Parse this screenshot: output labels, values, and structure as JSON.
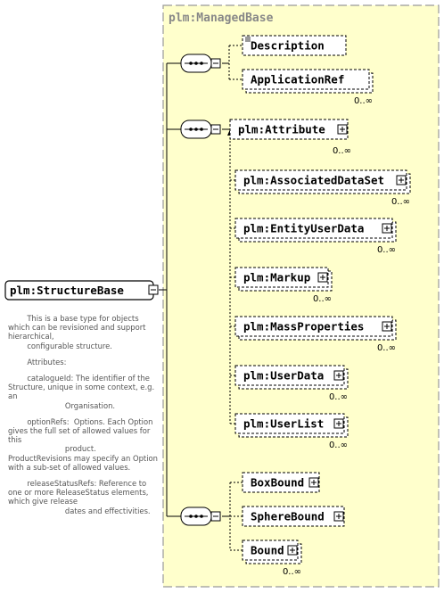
{
  "group": {
    "title": "plm:ManagedBase"
  },
  "root": {
    "label": "plm:StructureBase"
  },
  "elements": [
    {
      "label": "Description",
      "occurrence": ""
    },
    {
      "label": "ApplicationRef",
      "occurrence": "0..∞"
    },
    {
      "label": "plm:Attribute",
      "occurrence": "0..∞"
    },
    {
      "label": "plm:AssociatedDataSet",
      "occurrence": "0..∞"
    },
    {
      "label": "plm:EntityUserData",
      "occurrence": "0..∞"
    },
    {
      "label": "plm:Markup",
      "occurrence": "0..∞"
    },
    {
      "label": "plm:MassProperties",
      "occurrence": "0..∞"
    },
    {
      "label": "plm:UserData",
      "occurrence": "0..∞"
    },
    {
      "label": "plm:UserList",
      "occurrence": "0..∞"
    },
    {
      "label": "BoxBound",
      "occurrence": ""
    },
    {
      "label": "SphereBound",
      "occurrence": ""
    },
    {
      "label": "Bound",
      "occurrence": "0..∞"
    }
  ],
  "documentation": [
    "        This is a base type for objects which can be revisioned and support hierarchical,\n        configurable structure.",
    "        Attributes:",
    "        catalogueId: The identifier of the Structure, unique in some context, e.g. an\n                        Organisation.",
    "        optionRefs:  Options. Each Option gives the full set of allowed values for this\n                        product. ProductRevisions may specify an Option with a sub-set of allowed values.",
    "        releaseStatusRefs: Reference to one or more ReleaseStatus elements, which give release\n                        dates and effectivities."
  ]
}
